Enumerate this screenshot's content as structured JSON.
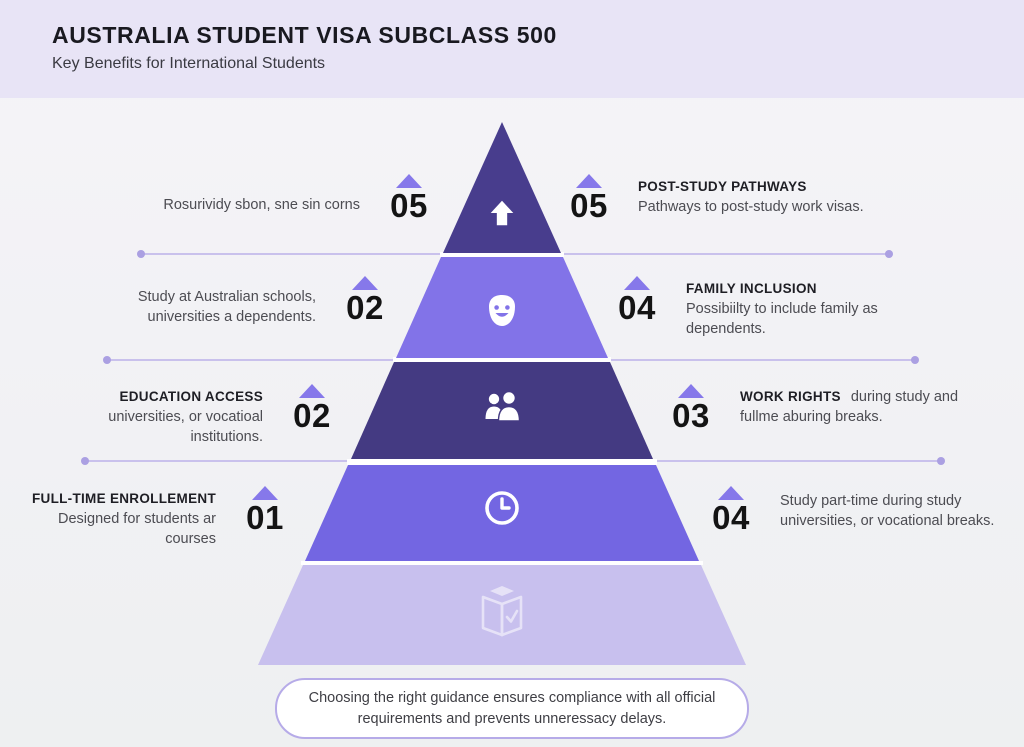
{
  "header": {
    "title": "AUSTRALIA STUDENT VISA SUBCLASS 500",
    "subtitle": "Key Benefits for International Students"
  },
  "pyramid": {
    "tiers": [
      {
        "level": 1,
        "icon": "arrow-up-icon",
        "color": "#483d8d"
      },
      {
        "level": 2,
        "icon": "smiling-face-icon",
        "color": "#8273e8"
      },
      {
        "level": 3,
        "icon": "people-icon",
        "color": "#443a82"
      },
      {
        "level": 4,
        "icon": "clock-icon",
        "color": "#7366e2"
      },
      {
        "level": 5,
        "icon": "graduation-book-icon",
        "color": "#c8c0ee"
      }
    ],
    "marker_color": "#8678ea",
    "line_color": "#c9c1ec"
  },
  "benefits": {
    "left": [
      {
        "number": "05",
        "heading": "",
        "description": "Rosurividy sbon, sne sin corns"
      },
      {
        "number": "02",
        "heading": "",
        "description": "Study at Australian schools, universities a dependents."
      },
      {
        "number": "02",
        "heading": "EDUCATION ACCESS",
        "description": "universities, or vocatioal institutions."
      },
      {
        "number": "01",
        "heading": "FULL-TIME ENROLLEMENT",
        "description": "Designed for students ar courses"
      }
    ],
    "right": [
      {
        "number": "05",
        "heading": "POST-STUDY PATHWAYS",
        "description": "Pathways to post-study work visas."
      },
      {
        "number": "04",
        "heading": "FAMILY INCLUSION",
        "description": "Possibiilty to include family as dependents."
      },
      {
        "number": "03",
        "heading": "WORK RIGHTS",
        "description": "during study and fullme aburing breaks."
      },
      {
        "number": "04",
        "heading": "",
        "description": "Study part-time during study universities, or vocational breaks."
      }
    ]
  },
  "footer": {
    "note": "Choosing the right guidance ensures compliance with all official requirements and prevents unneressacy delays."
  }
}
